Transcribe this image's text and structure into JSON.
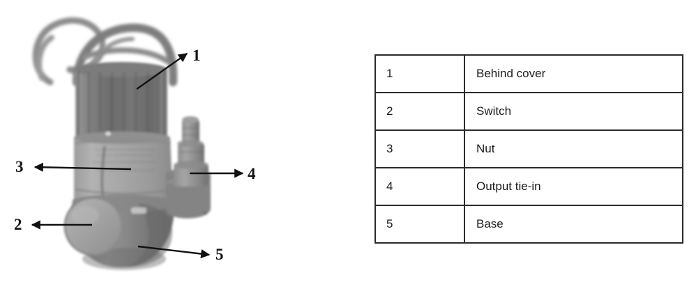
{
  "figure": {
    "caption": "",
    "subject": "submersible water pump",
    "alt": "Grayscale photograph of a submersible water pump with numbered leader-line callouts",
    "callouts": [
      {
        "number": "1",
        "target": "behind-cover",
        "direction": "up-right"
      },
      {
        "number": "2",
        "target": "switch",
        "direction": "left"
      },
      {
        "number": "3",
        "target": "nut",
        "direction": "left"
      },
      {
        "number": "4",
        "target": "output-tie-in",
        "direction": "right"
      },
      {
        "number": "5",
        "target": "base",
        "direction": "right"
      }
    ],
    "parts": {
      "cable": "power cable",
      "handle": "carry handle",
      "upper_cover": "upper cover shell",
      "lower_body": "lower body",
      "outlet": "output tie-in nozzle",
      "switch_disc": "float switch disc",
      "base_foot": "base"
    }
  },
  "legend": {
    "rows": [
      {
        "index": "1",
        "label": "Behind cover"
      },
      {
        "index": "2",
        "label": "Switch"
      },
      {
        "index": "3",
        "label": "Nut"
      },
      {
        "index": "4",
        "label": "Output tie-in"
      },
      {
        "index": "5",
        "label": "Base"
      }
    ]
  },
  "colors": {
    "background": "#ffffff",
    "table_border": "#2b2b2b",
    "text": "#1c1c1c",
    "callout_text": "#151515",
    "arrow": "#111111",
    "pump_dark": "#6e6e6e",
    "pump_mid": "#8d8d8d",
    "pump_light": "#a8a8a8"
  }
}
